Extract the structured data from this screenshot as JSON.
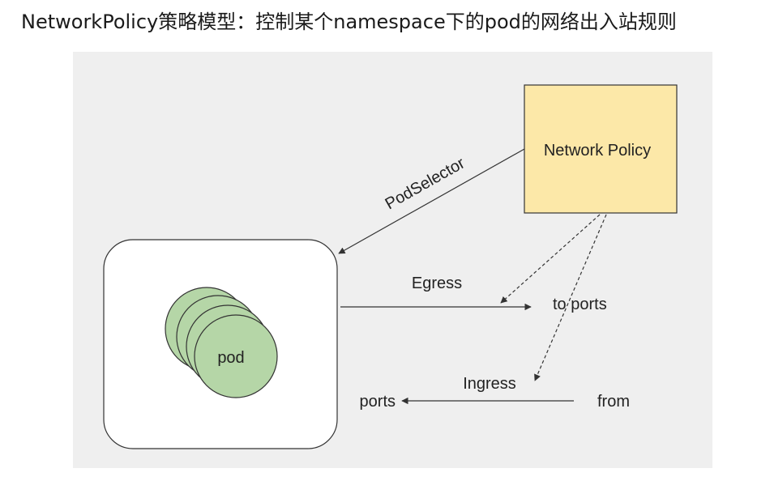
{
  "title": "NetworkPolicy策略模型：控制某个namespace下的pod的网络出入站规则",
  "diagram": {
    "network_policy_label": "Network Policy",
    "pod_selector_label": "PodSelector",
    "pod_label": "pod",
    "egress_label": "Egress",
    "to_ports_label": "to ports",
    "ingress_label": "Ingress",
    "ports_label": "ports",
    "from_label": "from"
  },
  "colors": {
    "canvas_background": "#efefef",
    "policy_box_fill": "#fce8a8",
    "pod_fill": "#b5d6a7",
    "line": "#333333"
  }
}
